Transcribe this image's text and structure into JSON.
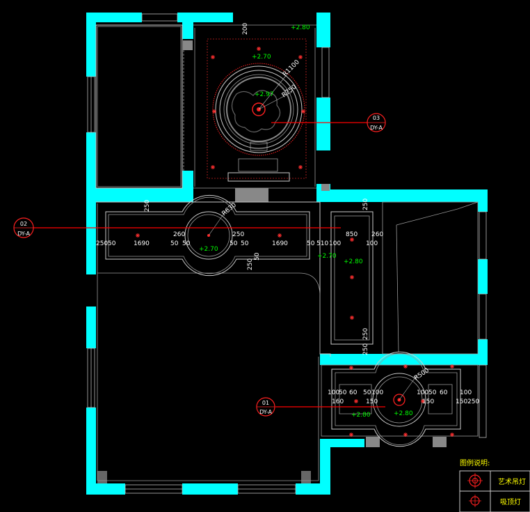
{
  "colors": {
    "background": "#000000",
    "wall": "#00ffff",
    "ceiling_line": "#cccccc",
    "level_text": "#00ff00",
    "leader": "#ff0000",
    "legend_text": "#ffff00"
  },
  "callouts": {
    "c01": {
      "num": "01",
      "ref": "DY-A"
    },
    "c02": {
      "num": "02",
      "ref": "DY-A"
    },
    "c03": {
      "num": "03",
      "ref": "DY-A"
    }
  },
  "levels": {
    "l1": "+2.80",
    "l2": "+2.70",
    "l3": "+2.97",
    "l4": "+2.70",
    "l5": "+2.70",
    "l6": "+2.80",
    "l7": "+2.80",
    "l8": "+2.80"
  },
  "dims": {
    "top_200": "200",
    "r1100": "R1100",
    "r750": "R750",
    "d250a": "250",
    "r630": "R630",
    "d260a": "260",
    "d250b": "250",
    "d850": "850",
    "d260b": "260",
    "d250c": "250",
    "d50a": "50",
    "d1690": "1690",
    "d50b": "50",
    "d50c": "50",
    "d50d": "50",
    "d50e": "50",
    "d1690b": "1690",
    "d50f": "50",
    "d510": "510",
    "d100a": "100",
    "d100b": "100",
    "d250d": "250",
    "d250e": "250",
    "d50g": "50",
    "d250f": "250",
    "d250g": "250",
    "r500": "R500",
    "b100a": "100",
    "b50a": "50",
    "b60a": "60",
    "b50b": "50",
    "b100b": "100",
    "b100c": "100",
    "b50c": "50",
    "b60b": "60",
    "b100d": "100",
    "b160": "160",
    "b150a": "150",
    "b150b": "150",
    "b150c": "150",
    "b250": "250"
  },
  "legend": {
    "title": "图例说明:",
    "items": [
      {
        "label": "艺术吊灯",
        "icon": "pendant-lamp-icon"
      },
      {
        "label": "吸顶灯",
        "icon": "ceiling-lamp-icon"
      }
    ]
  }
}
